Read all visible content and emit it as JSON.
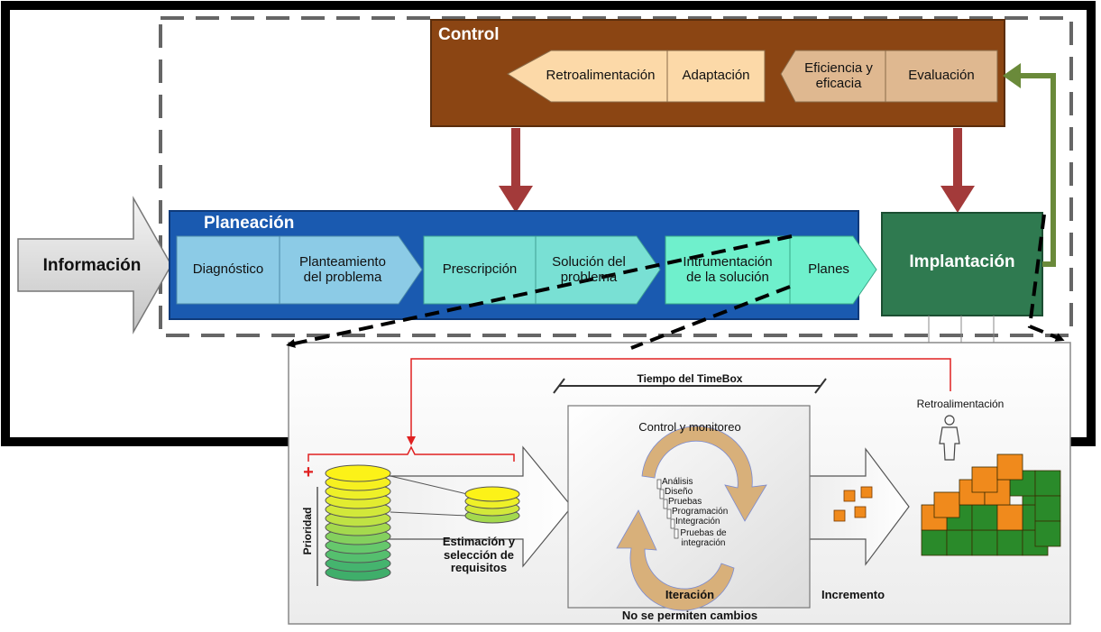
{
  "control": {
    "title": "Control",
    "steps": [
      "Retroalimentación",
      "Adaptación",
      "Eficiencia y\neficacia",
      "Evaluación"
    ]
  },
  "informacion": "Información",
  "planeacion": {
    "title": "Planeación",
    "steps": [
      "Diagnóstico",
      "Planteamiento\ndel problema",
      "Prescripción",
      "Solución del\nproblema",
      "Intrumentación\nde la solución",
      "Planes"
    ]
  },
  "implantacion": "Implantación",
  "agile": {
    "timebox": "Tiempo del TimeBox",
    "feedback": "Retroalimentación",
    "priority": "Prioridad",
    "plus": "+",
    "estimation": "Estimación y\nselección de\nrequisitos",
    "control_monitoring": "Control y monitoreo",
    "iteration_steps": [
      "Análisis",
      "Diseño",
      "Pruebas",
      "Programación",
      "Integración",
      "Pruebas de\nintegración"
    ],
    "iteration": "Iteración",
    "no_changes": "No se permiten cambios",
    "increment": "Incremento"
  },
  "colors": {
    "control_box": "#8b4513",
    "control_arrow": "#fcd9a8",
    "control_arrow_dark": "#dfb890",
    "plan_box": "#1a5ab0",
    "plan_step1": "#8ccbe6",
    "plan_step2": "#79e0d4",
    "plan_step3": "#6ff0cc",
    "implant_box": "#2f7a50",
    "down_arrow": "#a33a3a",
    "feedback_arrow": "#6a8a3a",
    "cube_orange": "#f08a1c",
    "cube_green": "#2a8a2a",
    "red_line": "#e02020"
  }
}
